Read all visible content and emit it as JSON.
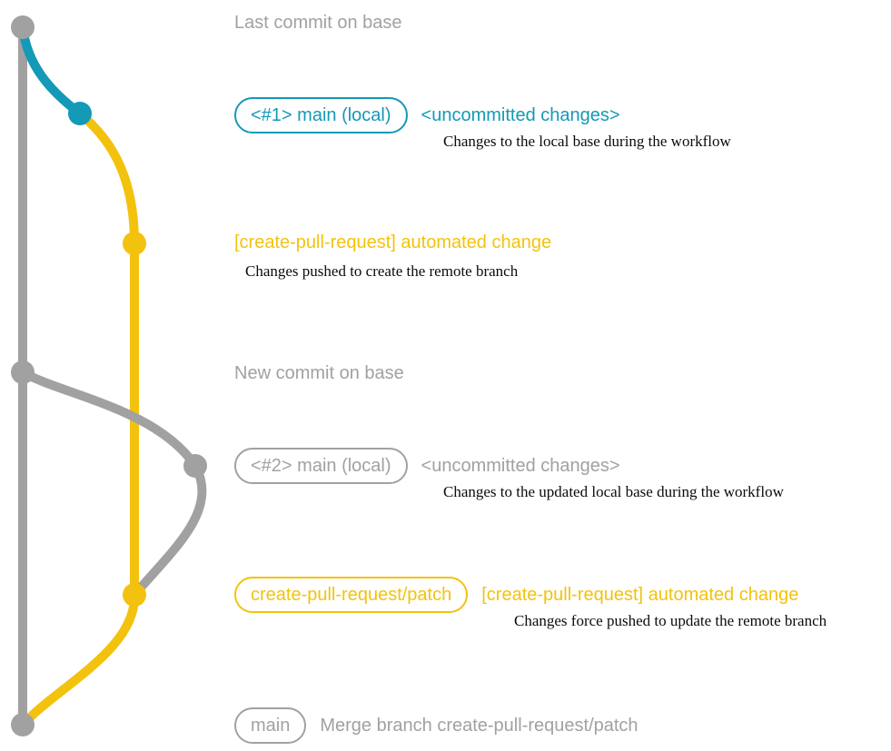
{
  "colors": {
    "gray": "#a1a1a1",
    "blue": "#1499b7",
    "yellow": "#f3c20e",
    "ink": "#0b0b0b"
  },
  "labels": {
    "last_commit_on_base": "Last commit on base",
    "new_commit_on_base": "New commit on base"
  },
  "row1": {
    "badge": "<#1> main (local)",
    "status": "<uncommitted changes>",
    "description": "Changes to the local base during the workflow"
  },
  "row2": {
    "title": "[create-pull-request] automated change",
    "description": "Changes pushed to create the remote branch"
  },
  "row3": {
    "badge": "<#2> main (local)",
    "status": "<uncommitted changes>",
    "description": "Changes to the updated local base during the workflow"
  },
  "row4": {
    "badge": "create-pull-request/patch",
    "title": "[create-pull-request] automated change",
    "description": "Changes force pushed to update the remote branch"
  },
  "row5": {
    "badge": "main",
    "text": "Merge branch create-pull-request/patch"
  }
}
